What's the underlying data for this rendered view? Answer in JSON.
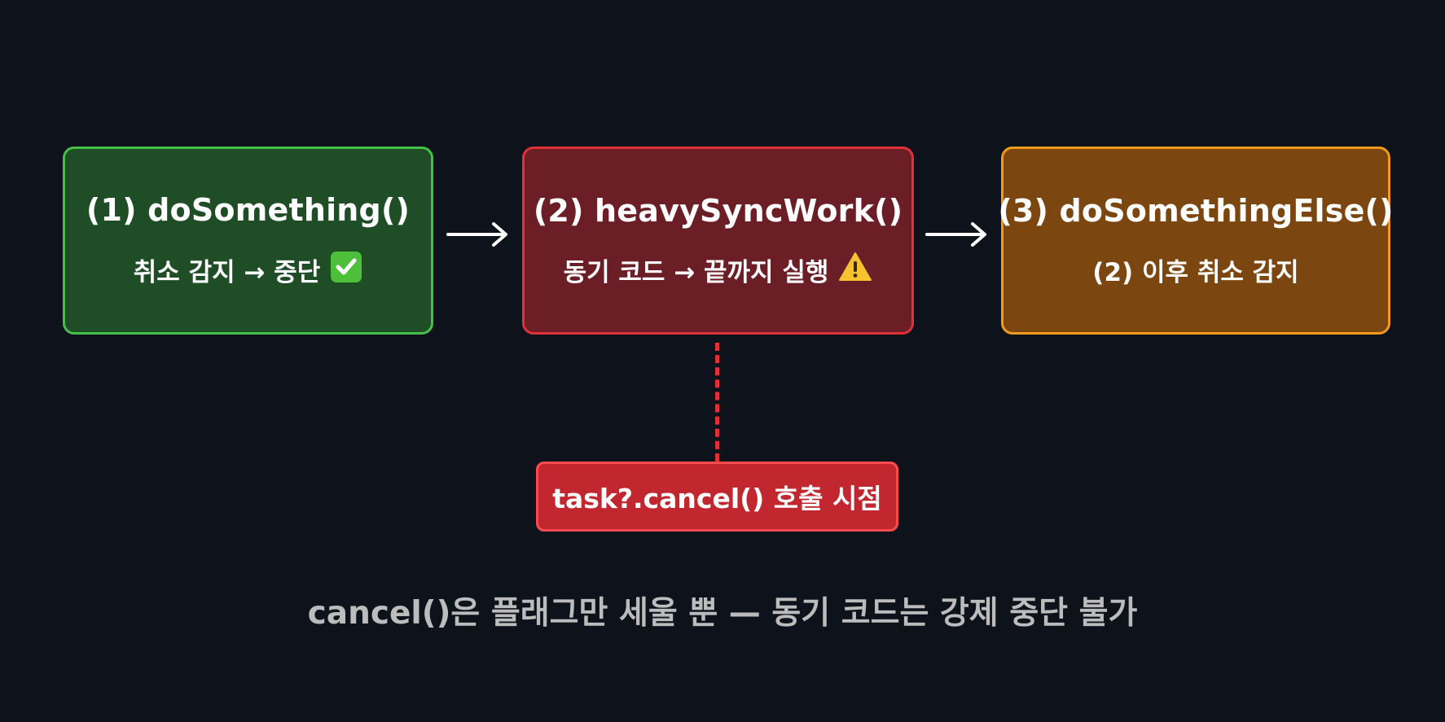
{
  "steps": [
    {
      "title": "(1) doSomething()",
      "subtitle": "취소 감지 → 중단",
      "icon": "check-mark-icon"
    },
    {
      "title": "(2) heavySyncWork()",
      "subtitle": "동기 코드 → 끝까지 실행",
      "icon": "warning-icon"
    },
    {
      "title": "(3) doSomethingElse()",
      "subtitle": "(2) 이후 취소 감지"
    }
  ],
  "cancel_point": {
    "label": "task?.cancel() 호출 시점"
  },
  "caption": "cancel()은 플래그만 세울 뿐 — 동기 코드는 강제 중단 불가",
  "colors": {
    "background": "#0d121b",
    "step1_fill": "#1e4d26",
    "step1_border": "#44c048",
    "step2_fill": "#6b1e25",
    "step2_border": "#e03038",
    "step3_fill": "#7b460f",
    "step3_border": "#f39a1c",
    "cancel_fill": "#c2272f"
  }
}
